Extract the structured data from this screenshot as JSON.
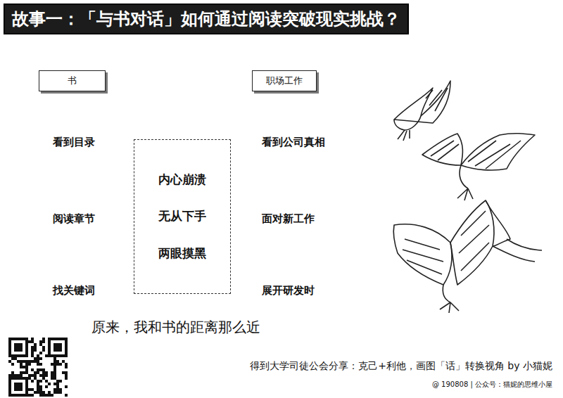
{
  "diagram": {
    "title": "故事一：「与书对话」如何通过阅读突破现实挑战？",
    "caption": "原来，我和书的距离那么近",
    "nodes": [
      {
        "text": [
          "书"
        ]
      },
      {
        "text": [
          "职场工作"
        ]
      },
      {
        "text": [
          "内心崩溃",
          "无从下手",
          "两眼摸黑"
        ]
      }
    ],
    "labels": [
      "看到目录",
      "阅读章节",
      "找关键词",
      "看到公司真相",
      "面对新工作",
      "展开研发时",
      "得到大学司徒公会分享：克己+利他，画图「话」转换视角 by 小猫妮",
      "@ 190808 | 公众号：猫妮的思维小屋"
    ]
  }
}
